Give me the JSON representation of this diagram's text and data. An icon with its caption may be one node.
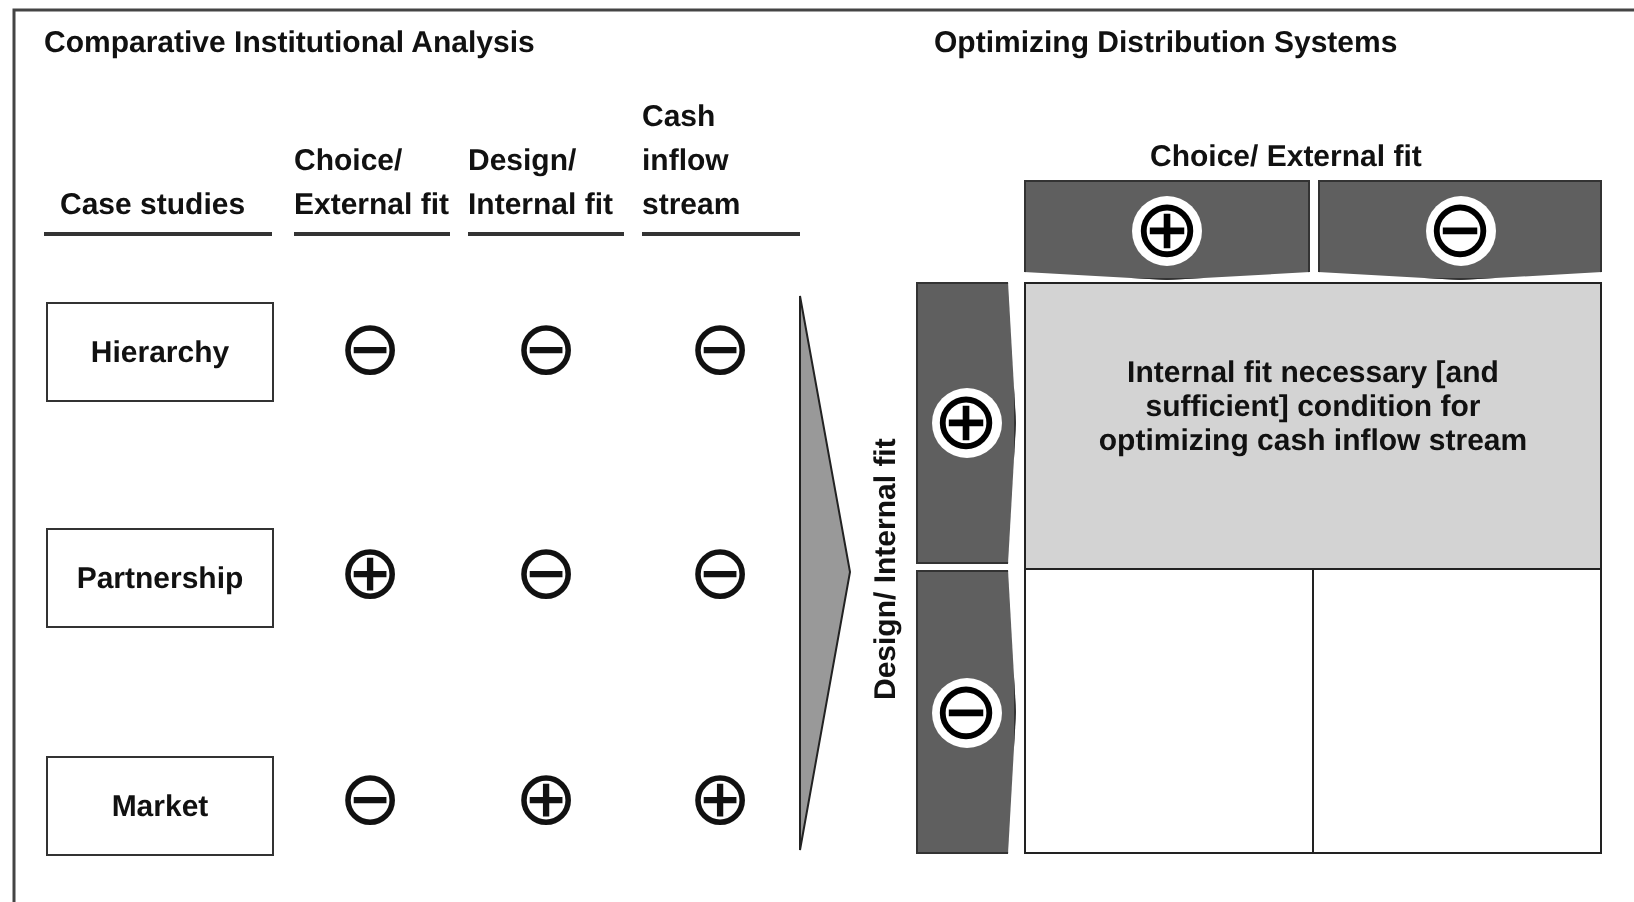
{
  "diagram": {
    "nodes": [
      {
        "text": [
          "Hierarchy"
        ]
      },
      {
        "text": [
          "Partnership"
        ]
      },
      {
        "text": [
          "Market"
        ]
      },
      {
        "text": [
          "⊕"
        ]
      },
      {
        "text": [
          "⊖"
        ]
      },
      {
        "text": [
          "⊕"
        ]
      },
      {
        "text": [
          "⊖"
        ]
      },
      {
        "text": [
          "Internal fit necessary [and sufficient] condition for optimizing cash inflow stream"
        ]
      },
      {
        "text": [],
        "shape": "box"
      },
      {
        "text": [],
        "shape": "box"
      }
    ],
    "edges": [],
    "labels": [
      "Comparative Institutional Analysis",
      "Optimizing Distribution Systems",
      "Case studies",
      "Choice/ External fit",
      "Design/ Internal fit",
      "Cash inflow stream",
      "Choice/ External fit",
      "⊖",
      "⊖",
      "⊖",
      "⊕",
      "⊖",
      "⊖",
      "⊖",
      "⊕",
      "⊕",
      "Design/ Internal fit"
    ]
  }
}
